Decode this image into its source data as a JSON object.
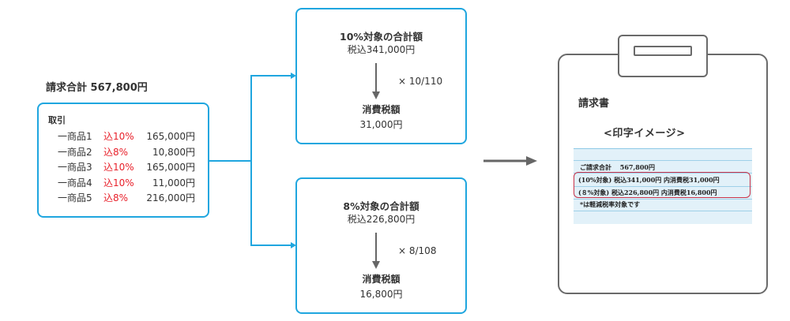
{
  "invoice_total": "請求合計 567,800円",
  "transactions": {
    "heading": "取引",
    "items": [
      {
        "name": "一商品1",
        "rate": "込10%",
        "amount": "165,000円"
      },
      {
        "name": "一商品2",
        "rate": "込8%",
        "amount": "10,800円"
      },
      {
        "name": "一商品3",
        "rate": "込10%",
        "amount": "165,000円"
      },
      {
        "name": "一商品4",
        "rate": "込10%",
        "amount": "11,000円"
      },
      {
        "name": "一商品5",
        "rate": "込8%",
        "amount": "216,000円"
      }
    ]
  },
  "calc_10": {
    "title": "10%対象の合計額",
    "subtotal": "税込341,000円",
    "multiplier": "× 10/110",
    "tax_label": "消費税額",
    "tax_value": "31,000円"
  },
  "calc_8": {
    "title": "8%対象の合計額",
    "subtotal": "税込226,800円",
    "multiplier": "× 8/108",
    "tax_label": "消費税額",
    "tax_value": "16,800円"
  },
  "invoice_doc": {
    "title": "請求書",
    "subtitle": "<印字イメージ>",
    "line_total": "ご請求合計　 567,800円",
    "line_10": "(10%対象) 税込341,000円  内消費税31,000円",
    "line_8": "(８%対象) 税込226,800円  内消費税16,800円",
    "note": "*は軽減税率対象です"
  },
  "colors": {
    "box_border": "#1fa6df",
    "connector": "#1fa6df",
    "rate_text": "#e8202a",
    "arrow_gray": "#666666",
    "highlight": "#c8334a",
    "invoice_bg": "#e2f1f9"
  }
}
